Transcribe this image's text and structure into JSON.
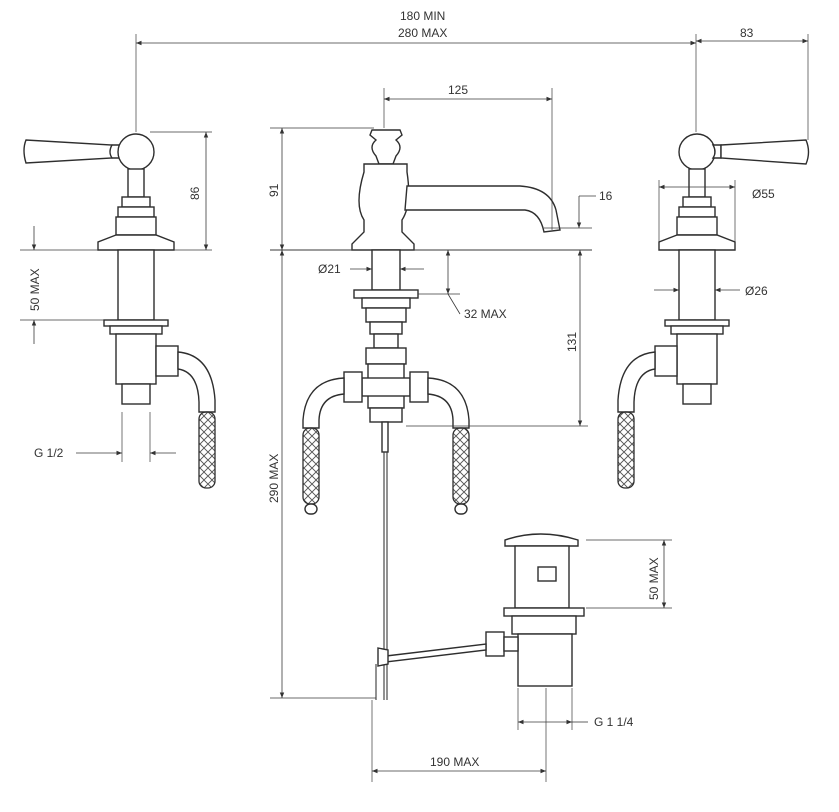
{
  "dimensions": {
    "width_min": "180 MIN",
    "width_max": "280 MAX",
    "handle_reach": "83",
    "spout_reach": "125",
    "spout_height": "91",
    "handle_height": "86",
    "spout_outlet": "16",
    "handle_base_diameter": "Ø55",
    "spout_shank_diameter": "Ø21",
    "deck_thickness": "32 MAX",
    "handle_deck_thickness": "50 MAX",
    "shank_diameter": "Ø26",
    "body_depth": "131",
    "overall_depth": "290 MAX",
    "inlet_thread": "G 1/2",
    "waste_height": "50 MAX",
    "waste_thread": "G 1 1/4",
    "waste_offset": "190 MAX"
  }
}
